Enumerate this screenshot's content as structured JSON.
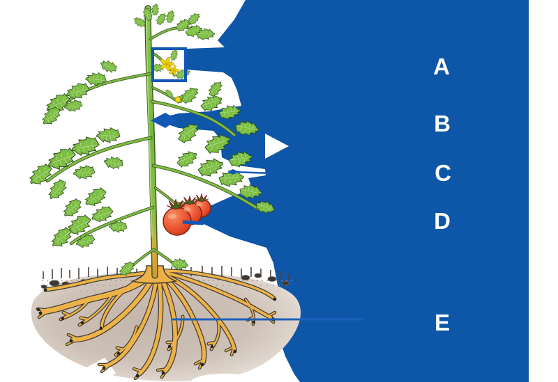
{
  "panel": {
    "letters": [
      {
        "letter": "A",
        "points_to": "flower"
      },
      {
        "letter": "B",
        "points_to": "stem"
      },
      {
        "letter": "C",
        "points_to": "leaf"
      },
      {
        "letter": "D",
        "points_to": "fruit"
      },
      {
        "letter": "E",
        "points_to": "roots"
      }
    ]
  },
  "colors": {
    "panel_blue": "#0E56A7",
    "leader_blue": "#1358B6",
    "e_line_blue": "#1B60BD",
    "letter_white": "#FFFFFF",
    "leaf_green": "#7DBF45",
    "stem_green": "#74B93E",
    "tomato_red": "#E1482A",
    "flower_yellow": "#F2D50C",
    "soil_tan": "#CBBEB4",
    "root_orange": "#EDB348"
  }
}
